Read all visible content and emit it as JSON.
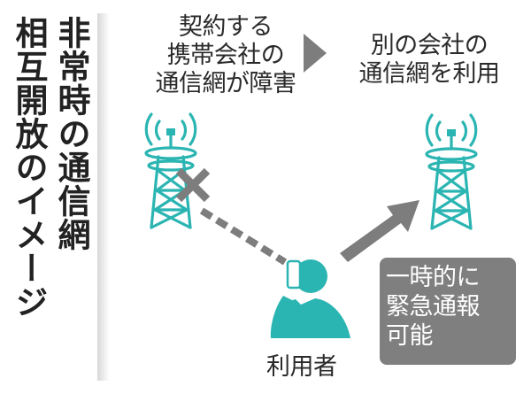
{
  "title": {
    "column1": "非常時の通信網",
    "column2": "相互開放のイメージ"
  },
  "left_caption": {
    "lines": [
      "契約する",
      "携帯会社の",
      "通信網が障害"
    ]
  },
  "right_caption": {
    "lines": [
      "別の会社の",
      "通信網を利用"
    ]
  },
  "user_label": "利用者",
  "note": {
    "lines": [
      "一時的に",
      "緊急通報",
      "可能"
    ]
  },
  "icons": {
    "left_tower": "cell-tower-icon",
    "right_tower": "cell-tower-icon",
    "failure_mark": "cross-icon",
    "user": "person-with-phone-icon",
    "flow_arrow": "triangle-arrow-icon",
    "redirect_arrow": "arrow-up-right-icon"
  },
  "colors": {
    "tower": "#2bb5b2",
    "person": "#2bb5b2",
    "gray_arrow": "#7d7d7d",
    "note_bg": "#7f7f7f",
    "text": "#222222"
  }
}
